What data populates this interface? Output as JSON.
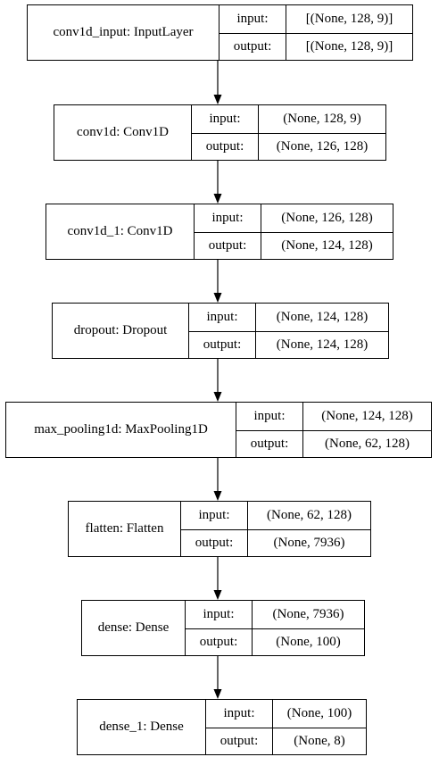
{
  "layers": [
    {
      "name": "conv1d_input: InputLayer",
      "input_label": "input:",
      "output_label": "output:",
      "input_shape": "[(None, 128, 9)]",
      "output_shape": "[(None, 128, 9)]"
    },
    {
      "name": "conv1d: Conv1D",
      "input_label": "input:",
      "output_label": "output:",
      "input_shape": "(None, 128, 9)",
      "output_shape": "(None, 126, 128)"
    },
    {
      "name": "conv1d_1: Conv1D",
      "input_label": "input:",
      "output_label": "output:",
      "input_shape": "(None, 126, 128)",
      "output_shape": "(None, 124, 128)"
    },
    {
      "name": "dropout: Dropout",
      "input_label": "input:",
      "output_label": "output:",
      "input_shape": "(None, 124, 128)",
      "output_shape": "(None, 124, 128)"
    },
    {
      "name": "max_pooling1d: MaxPooling1D",
      "input_label": "input:",
      "output_label": "output:",
      "input_shape": "(None, 124, 128)",
      "output_shape": "(None, 62, 128)"
    },
    {
      "name": "flatten: Flatten",
      "input_label": "input:",
      "output_label": "output:",
      "input_shape": "(None, 62, 128)",
      "output_shape": "(None, 7936)"
    },
    {
      "name": "dense: Dense",
      "input_label": "input:",
      "output_label": "output:",
      "input_shape": "(None, 7936)",
      "output_shape": "(None, 100)"
    },
    {
      "name": "dense_1: Dense",
      "input_label": "input:",
      "output_label": "output:",
      "input_shape": "(None, 100)",
      "output_shape": "(None, 8)"
    }
  ]
}
